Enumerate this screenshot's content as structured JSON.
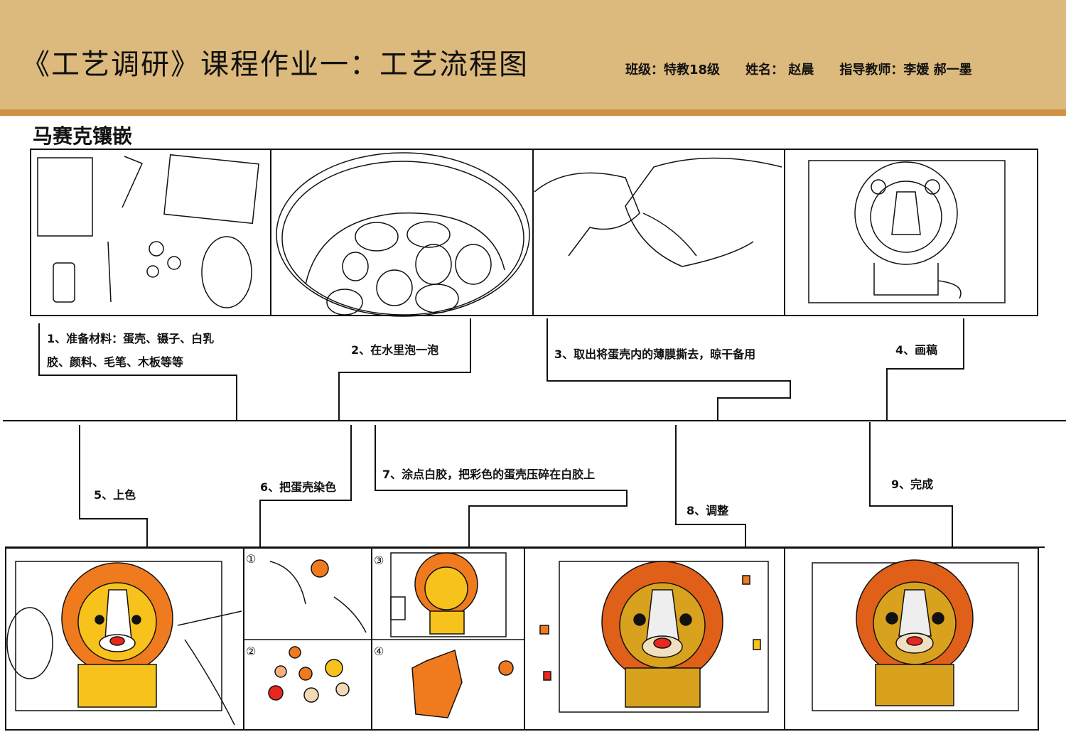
{
  "header": {
    "title": "《工艺调研》课程作业一：工艺流程图",
    "class_label": "班级：特教18级",
    "name_label": "姓名：  赵晨",
    "teacher_label": "指导教师：李媛  郝一墨"
  },
  "section_title": "马赛克镶嵌",
  "steps": [
    {
      "label_line1": "1、准备材料：蛋壳、镊子、白乳",
      "label_line2": "胶、颜料、毛笔、木板等等"
    },
    {
      "label": "2、在水里泡一泡"
    },
    {
      "label": "3、取出将蛋壳内的薄膜撕去，晾干备用"
    },
    {
      "label": "4、画稿"
    },
    {
      "label": "5、上色"
    },
    {
      "label": "6、把蛋壳染色"
    },
    {
      "label": "7、涂点白胶，把彩色的蛋壳压碎在白胶上"
    },
    {
      "label": "8、调整"
    },
    {
      "label": "9、完成"
    }
  ],
  "sub_markers": [
    "①",
    "②",
    "③",
    "④"
  ],
  "colors": {
    "header": "#dcb97c",
    "band": "#cf9244",
    "orange": "#f07a1e",
    "yellow": "#f7c21c",
    "red": "#e8281e"
  }
}
